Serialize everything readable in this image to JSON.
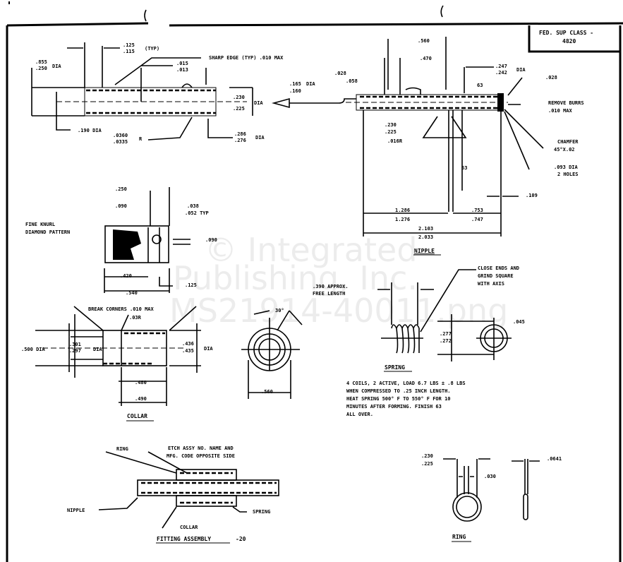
{
  "title_block": {
    "line1": "FED. SUP CLASS -",
    "line2": "4820"
  },
  "watermark": {
    "line1": "© Integrated",
    "line2": "Publishing, Inc.",
    "line3": "MS21914-40011.png"
  },
  "tube_detail": {
    "dia_outer": [
      ".855",
      ".250"
    ],
    "dia_label": "DIA",
    "typ_len": [
      ".125",
      ".115"
    ],
    "typ_label": "(TYP)",
    "sharp_edge_note": "SHARP EDGE (TYP) .010 MAX",
    "rib": [
      ".015",
      ".013"
    ],
    "bore_dia": [
      ".230",
      ".225"
    ],
    "bore_label": "DIA",
    "inner_dia": ".190 DIA",
    "wall": [
      ".0360",
      ".0335"
    ],
    "wall_suffix": "R",
    "rib_dia": [
      ".286",
      ".276"
    ],
    "rib_dia_label": "DIA"
  },
  "nipple": {
    "tip_dia": [
      ".165",
      ".160"
    ],
    "tip_label": "DIA",
    "c1": ".028",
    "c2": ".058",
    "dim_560": ".560",
    "dim_470": ".470",
    "hex_dia": [
      ".247",
      ".242"
    ],
    "hex_label": "DIA",
    "finish_1": "63",
    "dim_028": ".028",
    "remove_burrs": [
      "REMOVE BURRS",
      ".010 MAX"
    ],
    "chamfer": [
      "CHAMFER",
      "45°X.02"
    ],
    "holes": [
      ".093 DIA",
      "2 HOLES"
    ],
    "bore": [
      ".230",
      ".225"
    ],
    "d_016r": ".016R",
    "finish_2": "63",
    "dim_109": ".109",
    "len_a": [
      "1.286",
      "1.276"
    ],
    "len_b": [
      ".753",
      ".747"
    ],
    "len_total": [
      "2.103",
      "2.033"
    ],
    "caption": "NIPPLE"
  },
  "knob": {
    "knurl_note": [
      "FINE KNURL",
      "DIAMOND PATTERN"
    ],
    "d_250": ".250",
    "d_090": ".090",
    "d_038": ".038",
    "d_052": ".052 TYP",
    "d_090b": ".090",
    "d_420": ".420",
    "d_125": ".125",
    "d_540": ".540"
  },
  "collar": {
    "break_note": "BREAK CORNERS .010 MAX",
    "d_03r": ".03R",
    "d_500": ".500 DIA",
    "bore": [
      ".301",
      ".297"
    ],
    "bore_label": "DIA",
    "od": [
      ".436",
      ".435"
    ],
    "od_label": "DIA",
    "d_480": ".480",
    "d_490": ".490",
    "angle": "30°",
    "d_560": ".560",
    "caption": "COLLAR"
  },
  "spring": {
    "free_len": [
      ".390 APPROX.",
      "FREE LENGTH"
    ],
    "close_note": [
      "CLOSE ENDS AND",
      "GRIND SQUARE",
      "WITH AXIS"
    ],
    "wire": ".045",
    "od": [
      ".277",
      ".272"
    ],
    "caption": "SPRING",
    "notes": [
      "4 COILS, 2 ACTIVE, LOAD 6.7 LBS ± .8 LBS",
      "WHEN COMPRESSED TO .25 INCH LENGTH.",
      "HEAT SPRING 500° F TO 550° F FOR 10",
      "MINUTES AFTER FORMING.  FINISH 63",
      "ALL OVER."
    ]
  },
  "assembly": {
    "ring": "RING",
    "etch_note": [
      "ETCH ASSY NO. NAME AND",
      "MFG. CODE OPPOSITE SIDE"
    ],
    "nipple": "NIPPLE",
    "spring": "SPRING",
    "collar": "COLLAR",
    "caption": "FITTING ASSEMBLY",
    "suffix": "-20"
  },
  "ring": {
    "width": [
      ".230",
      ".225"
    ],
    "gap": ".030",
    "thick": ".0641",
    "caption": "RING"
  }
}
